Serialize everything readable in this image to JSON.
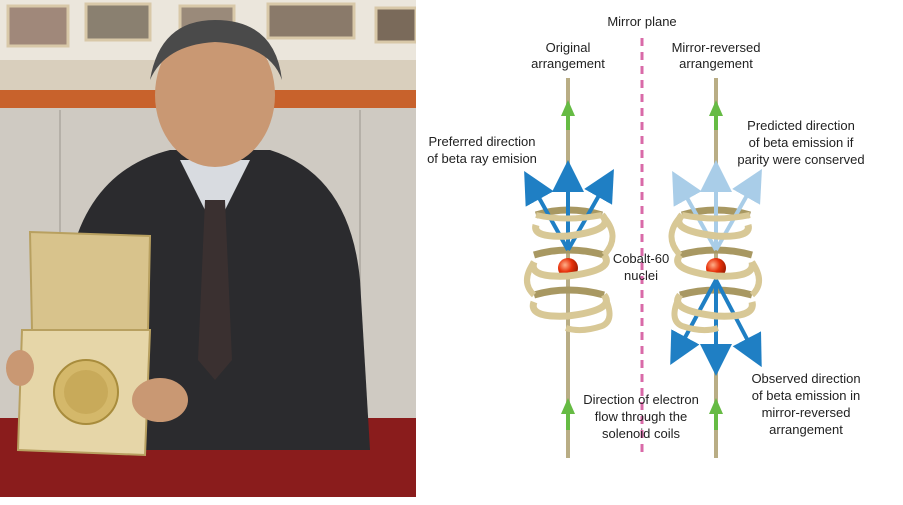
{
  "colors": {
    "arrow_blue": "#1f7fc4",
    "arrow_blue_faded": "#a9cde8",
    "green_arrow": "#66bb44",
    "axis_rod": "#b9ad85",
    "coil": "#d8c896",
    "coil_edge": "#a89862",
    "nucleus": "#e8320c",
    "mirror_plane": "#d96aa8",
    "background": "#ffffff"
  },
  "photo": {
    "description_icon": "photo-of-man-holding-nobel-medal"
  },
  "diagram": {
    "mirror_plane_label": "Mirror plane",
    "original_label_line1": "Original",
    "original_label_line2": "arrangement",
    "mirror_label_line1": "Mirror-reversed",
    "mirror_label_line2": "arrangement",
    "preferred_line1": "Preferred direction",
    "preferred_line2": "of beta ray emision",
    "predicted_line1": "Predicted direction",
    "predicted_line2": "of beta emission if",
    "predicted_line3": "parity were conserved",
    "cobalt_line1": "Cobalt-60",
    "cobalt_line2": "nuclei",
    "electron_line1": "Direction of electron",
    "electron_line2": "flow through the",
    "electron_line3": "solenoid coils",
    "observed_line1": "Observed direction",
    "observed_line2": "of beta emission in",
    "observed_line3": "mirror-reversed",
    "observed_line4": "arrangement"
  }
}
